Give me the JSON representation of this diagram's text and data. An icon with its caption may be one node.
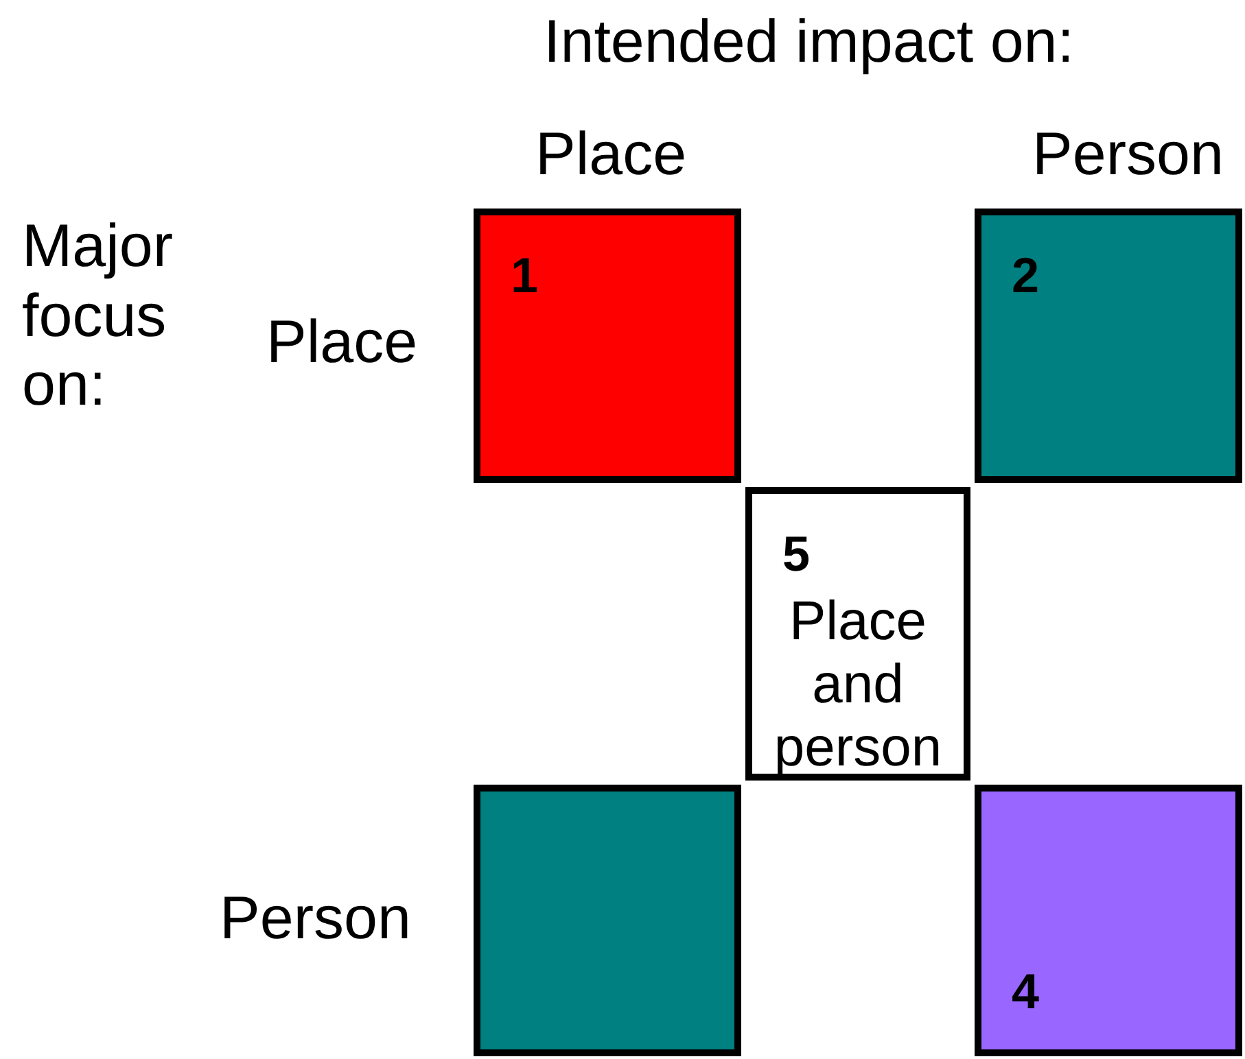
{
  "diagram": {
    "nodes": [
      {
        "text": [
          "1"
        ]
      },
      {
        "text": [
          "2"
        ]
      },
      {
        "text": [],
        "shape": "box"
      },
      {
        "text": [
          "4"
        ]
      },
      {
        "text": [
          "5",
          "Place and person"
        ]
      }
    ],
    "edges": [],
    "labels": [
      "Intended impact on:",
      "Place",
      "Person",
      "Major focus on:",
      "Place",
      "Person"
    ]
  }
}
